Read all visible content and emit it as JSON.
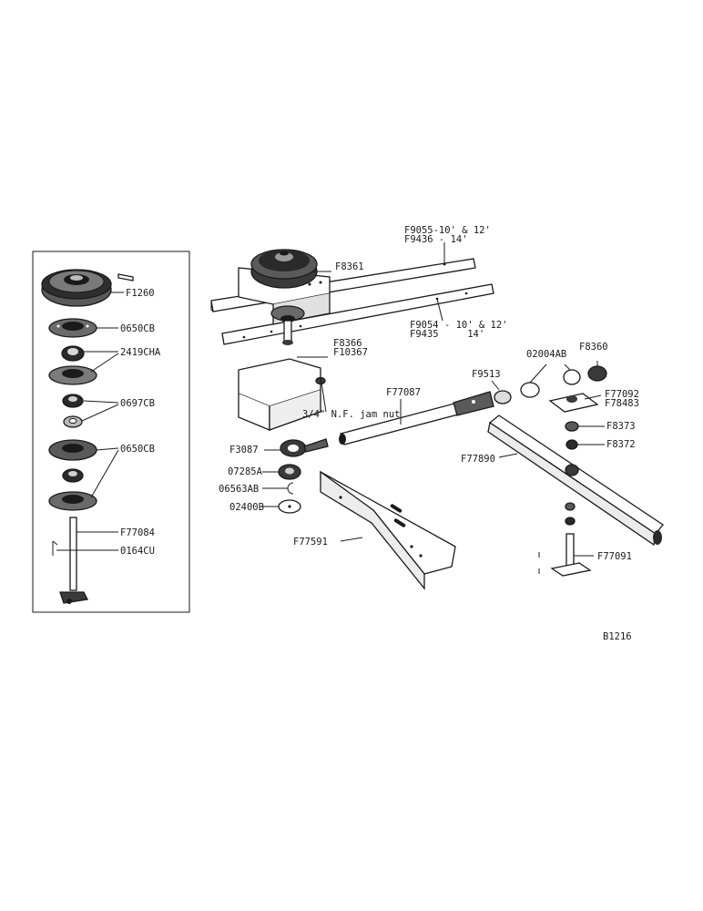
{
  "labels": {
    "f9055": "F9055-10' & 12'",
    "f9436": "F9436 - 14'",
    "f8361": "F8361",
    "f1260": "F1260",
    "c0650cb_a": "0650CB",
    "c2419cha": "2419CHA",
    "c0697cb": "0697CB",
    "c0650cb_b": "0650CB",
    "f77084": "F77084",
    "c0164cu": "0164CU",
    "f9054": "F9054 - 10' & 12'",
    "f9435": "F9435     14'",
    "f8366": "F8366",
    "f10367": "F10367",
    "f8360": "F8360",
    "c02004ab": "02004AB",
    "f9513": "F9513",
    "f77087": "F77087",
    "jam_nut": "3/4\" N.F. jam nut",
    "f77092": "F77092",
    "f78483": "F78483",
    "f8373": "F8373",
    "f8372": "F8372",
    "f3087": "F3087",
    "f77890": "F77890",
    "c07285a": "07285A",
    "c06563ab": "06563AB",
    "c02400b": "02400B",
    "f77591": "F77591",
    "f77091": "F77091",
    "figure_id": "B1216"
  },
  "colors": {
    "ink": "#1a1a1a",
    "shade": "#3a3a3a",
    "light": "#9a9a9a",
    "paper": "#ffffff"
  }
}
